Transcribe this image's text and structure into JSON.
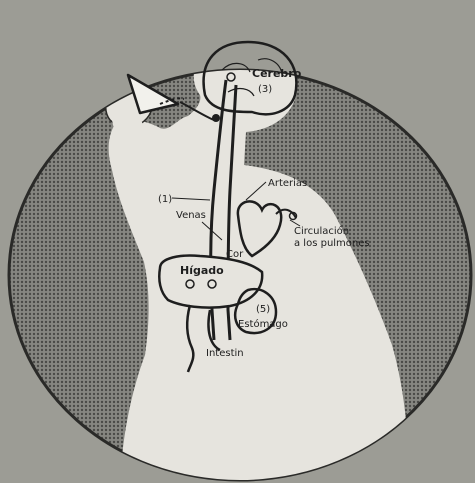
{
  "labels": {
    "brain": "Cerebro",
    "arteries": "Arterias",
    "veins": "Venas",
    "lung_circulation_1": "Circulación",
    "lung_circulation_2": "a los pulmones",
    "heart": "Cor",
    "liver": "Hígado",
    "stomach": "Estómago",
    "intestine": "Intestin",
    "marker_brain": "(3)",
    "marker_neck": "(1)",
    "marker_stomach": "(5)"
  },
  "colors": {
    "paper": "#9c9c95",
    "disc": "#777772",
    "body": "#e6e4de",
    "ink": "#1e1e1e"
  },
  "icons": {
    "cup": "drinking-glass-icon",
    "hand": "hand-icon"
  }
}
